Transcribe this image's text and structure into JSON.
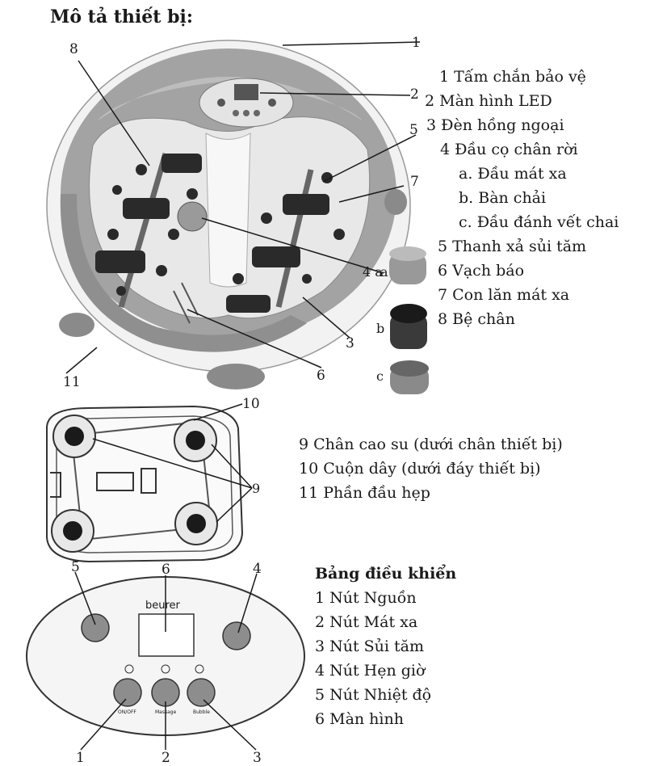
{
  "title": "Mô tả thiết bị:",
  "parts_legend": [
    "1 Tấm chắn bảo vệ",
    "2 Màn hình LED",
    "3 Đèn hồng ngoại",
    "4 Đầu cọ chân rời",
    "a. Đầu mát xa",
    "b. Bàn chải",
    "c. Đầu đánh vết chai",
    "5 Thanh xả sủi tăm",
    "6 Vạch báo",
    "7 Con lăn mát xa",
    "8 Bệ chân"
  ],
  "bottom_legend": [
    "9 Chân cao su (dưới chân thiết bị)",
    "10 Cuộn dây (dưới đáy thiết bị)",
    "11 Phần đầu hẹp"
  ],
  "panel_legend": {
    "heading": "Bảng điều khiển",
    "items": [
      "1 Nút Nguồn",
      "2 Nút Mát xa",
      "3 Nút Sủi tăm",
      "4 Nút Hẹn giờ",
      "5 Nút Nhiệt độ",
      "6 Màn hình"
    ]
  },
  "callouts": {
    "c1": "1",
    "c2": "2",
    "c3": "3",
    "c4a": "4 a",
    "c5": "5",
    "c6": "6",
    "c7": "7",
    "c8": "8",
    "c11": "11",
    "attach_a": "a",
    "attach_b": "b",
    "attach_c": "c",
    "c10": "10",
    "c9": "9",
    "p1": "1",
    "p2": "2",
    "p3": "3",
    "p4": "4",
    "p5": "5",
    "p6": "6"
  },
  "panel": {
    "brand": "beurer",
    "btn_labels": [
      "ON/OFF",
      "Massage",
      "Bubble"
    ],
    "display_left": "",
    "display_right": ""
  },
  "colors": {
    "rim": "#8c8c8c",
    "basin": "#e6e6e6",
    "body": "#f4f4f4",
    "roller": "#2a2a2a",
    "line": "#1a1a1a"
  }
}
